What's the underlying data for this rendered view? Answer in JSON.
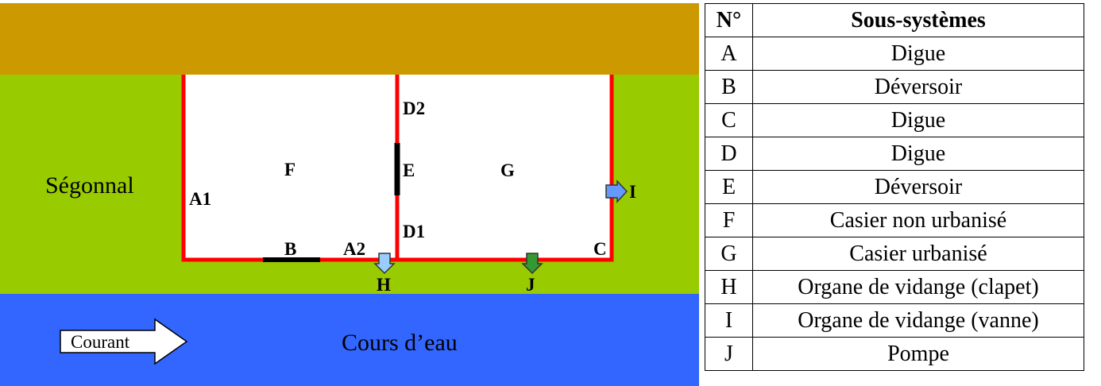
{
  "colors": {
    "ground": "#cc9900",
    "field": "#99cc00",
    "river": "#3366ff",
    "dike": "#ff0000",
    "spillway": "#000000",
    "flap_gate": "#99ccff",
    "gate": "#6699ff",
    "pump": "#339933",
    "basin": "#ffffff"
  },
  "zones": {
    "segonnal": "Ségonnal",
    "river": "Cours d’eau",
    "current": "Courant"
  },
  "labels": {
    "A1": "A1",
    "A2": "A2",
    "B": "B",
    "C": "C",
    "D1": "D1",
    "D2": "D2",
    "E": "E",
    "F": "F",
    "G": "G",
    "H": "H",
    "I": "I",
    "J": "J"
  },
  "table": {
    "headers": [
      "N°",
      "Sous-systèmes"
    ],
    "rows": [
      {
        "id": "A",
        "name": "Digue"
      },
      {
        "id": "B",
        "name": "Déversoir"
      },
      {
        "id": "C",
        "name": "Digue"
      },
      {
        "id": "D",
        "name": "Digue"
      },
      {
        "id": "E",
        "name": "Déversoir"
      },
      {
        "id": "F",
        "name": "Casier non urbanisé"
      },
      {
        "id": "G",
        "name": "Casier urbanisé"
      },
      {
        "id": "H",
        "name": "Organe de vidange (clapet)"
      },
      {
        "id": "I",
        "name": "Organe de vidange (vanne)"
      },
      {
        "id": "J",
        "name": "Pompe"
      }
    ]
  }
}
